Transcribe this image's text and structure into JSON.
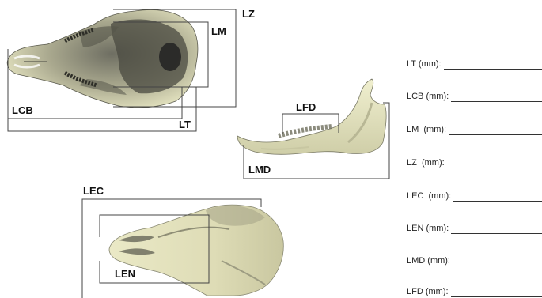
{
  "diagram": {
    "labels": {
      "lz": "LZ",
      "lm": "LM",
      "lcb": "LCB",
      "lt": "LT",
      "lfd": "LFD",
      "lmd": "LMD",
      "lec": "LEC",
      "len": "LEN"
    }
  },
  "form": {
    "fields": [
      {
        "label": "LT (mm):"
      },
      {
        "label": "LCB (mm):"
      },
      {
        "label": "LM  (mm):"
      },
      {
        "label": "LZ  (mm):"
      },
      {
        "label": "LEC  (mm):"
      },
      {
        "label": "LEN (mm):"
      },
      {
        "label": "LMD (mm):"
      },
      {
        "label": "LFD (mm):"
      }
    ]
  },
  "colors": {
    "bone": "#e8e7c2",
    "bone_shadow": "#8a8a74",
    "bone_dark": "#3e3e36",
    "line": "#444444"
  }
}
